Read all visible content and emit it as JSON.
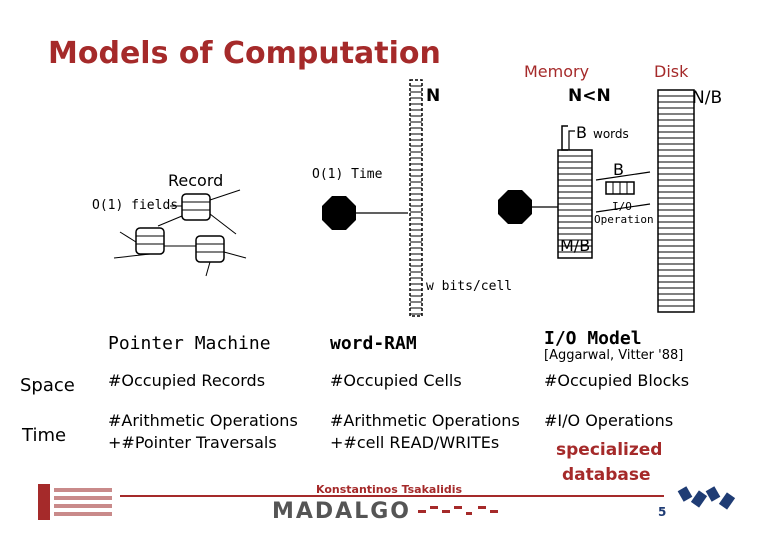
{
  "title": "Models of Computation",
  "diagram": {
    "memory_label": "Memory",
    "disk_label": "Disk",
    "n_label": "N",
    "mem_size_label": "N<N",
    "disk_size_label": "N/B",
    "b_label": "B",
    "words_label": "words",
    "b_small_label": "B",
    "io_label_1": "I/O",
    "io_label_2": "Operation",
    "mb_label": "M/B",
    "record_label": "Record",
    "fields_label": "O(1) fields",
    "time_label": "O(1) Time",
    "wbits_label": "w bits/cell"
  },
  "table": {
    "columns": [
      {
        "name": "Pointer Machine"
      },
      {
        "name": "word-RAM"
      },
      {
        "name": "I/O Model",
        "citation": "[Aggarwal, Vitter '88]"
      }
    ],
    "rows": [
      {
        "head": "Space",
        "cells": [
          "#Occupied Records",
          "#Occupied Cells",
          "#Occupied Blocks"
        ]
      },
      {
        "head": "Time",
        "cells": [
          [
            "#Arithmetic Operations",
            "+#Pointer Traversals"
          ],
          [
            "#Arithmetic Operations",
            "+#cell READ/WRITEs"
          ],
          [
            "#I/O Operations"
          ]
        ]
      }
    ],
    "specialized": [
      "specialized",
      "database"
    ]
  },
  "footer": {
    "author": "Konstantinos Tsakalidis",
    "brand": "MADALGO",
    "page_number": "5",
    "accent_color": "#a52a2a"
  }
}
